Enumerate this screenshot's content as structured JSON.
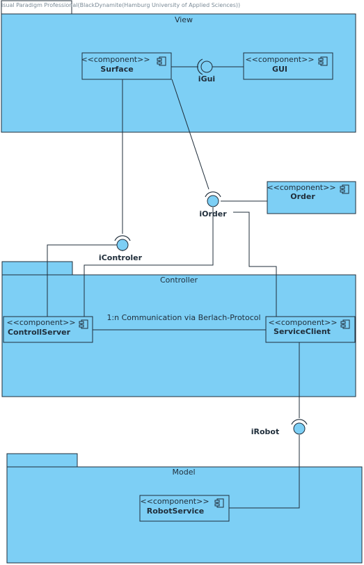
{
  "watermark": "isual Paradigm Professional(BlackDynamite(Hamburg University of Applied Sciences))",
  "packages": {
    "view": "View",
    "controller": "Controller",
    "model": "Model"
  },
  "stereotype": "<<component>>",
  "components": {
    "surface": "Surface",
    "gui": "GUI",
    "order": "Order",
    "controll_server": "ControllServer",
    "service_client": "ServiceClient",
    "robot_service": "RobotService"
  },
  "interfaces": {
    "igui": "iGui",
    "iorder": "iOrder",
    "icontroler": "iControler",
    "irobot": "iRobot"
  },
  "communication_label": "1:n Communication via Berlach-Protocol",
  "colors": {
    "fill": "#7dcff5",
    "stroke": "#1f2d3a"
  }
}
